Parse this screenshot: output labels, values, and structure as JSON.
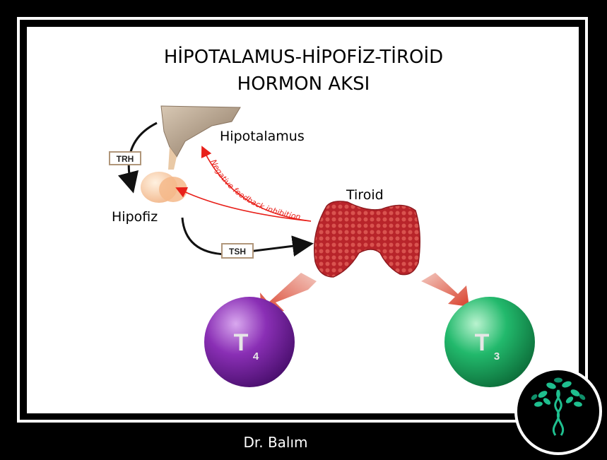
{
  "title_line1": "HİPOTALAMUS-HİPOFİZ-TİROİD",
  "title_line2": "HORMON AKSI",
  "labels": {
    "hypothalamus": "Hipotalamus",
    "pituitary": "Hipofiz",
    "thyroid": "Tiroid",
    "trh": "TRH",
    "tsh": "TSH",
    "feedback": "Negative feedback inhibition",
    "t4_main": "T",
    "t4_sub": "4",
    "t3_main": "T",
    "t3_sub": "3"
  },
  "footer": "Dr. Balım",
  "colors": {
    "feedback": "#e8201a",
    "t4": "#7a1fa2",
    "t3": "#1fb36a",
    "thyroid": "#c2282a",
    "logo_leaf": "#1fbf8f"
  },
  "icons": {
    "logo": "tree-dna-logo-icon"
  }
}
